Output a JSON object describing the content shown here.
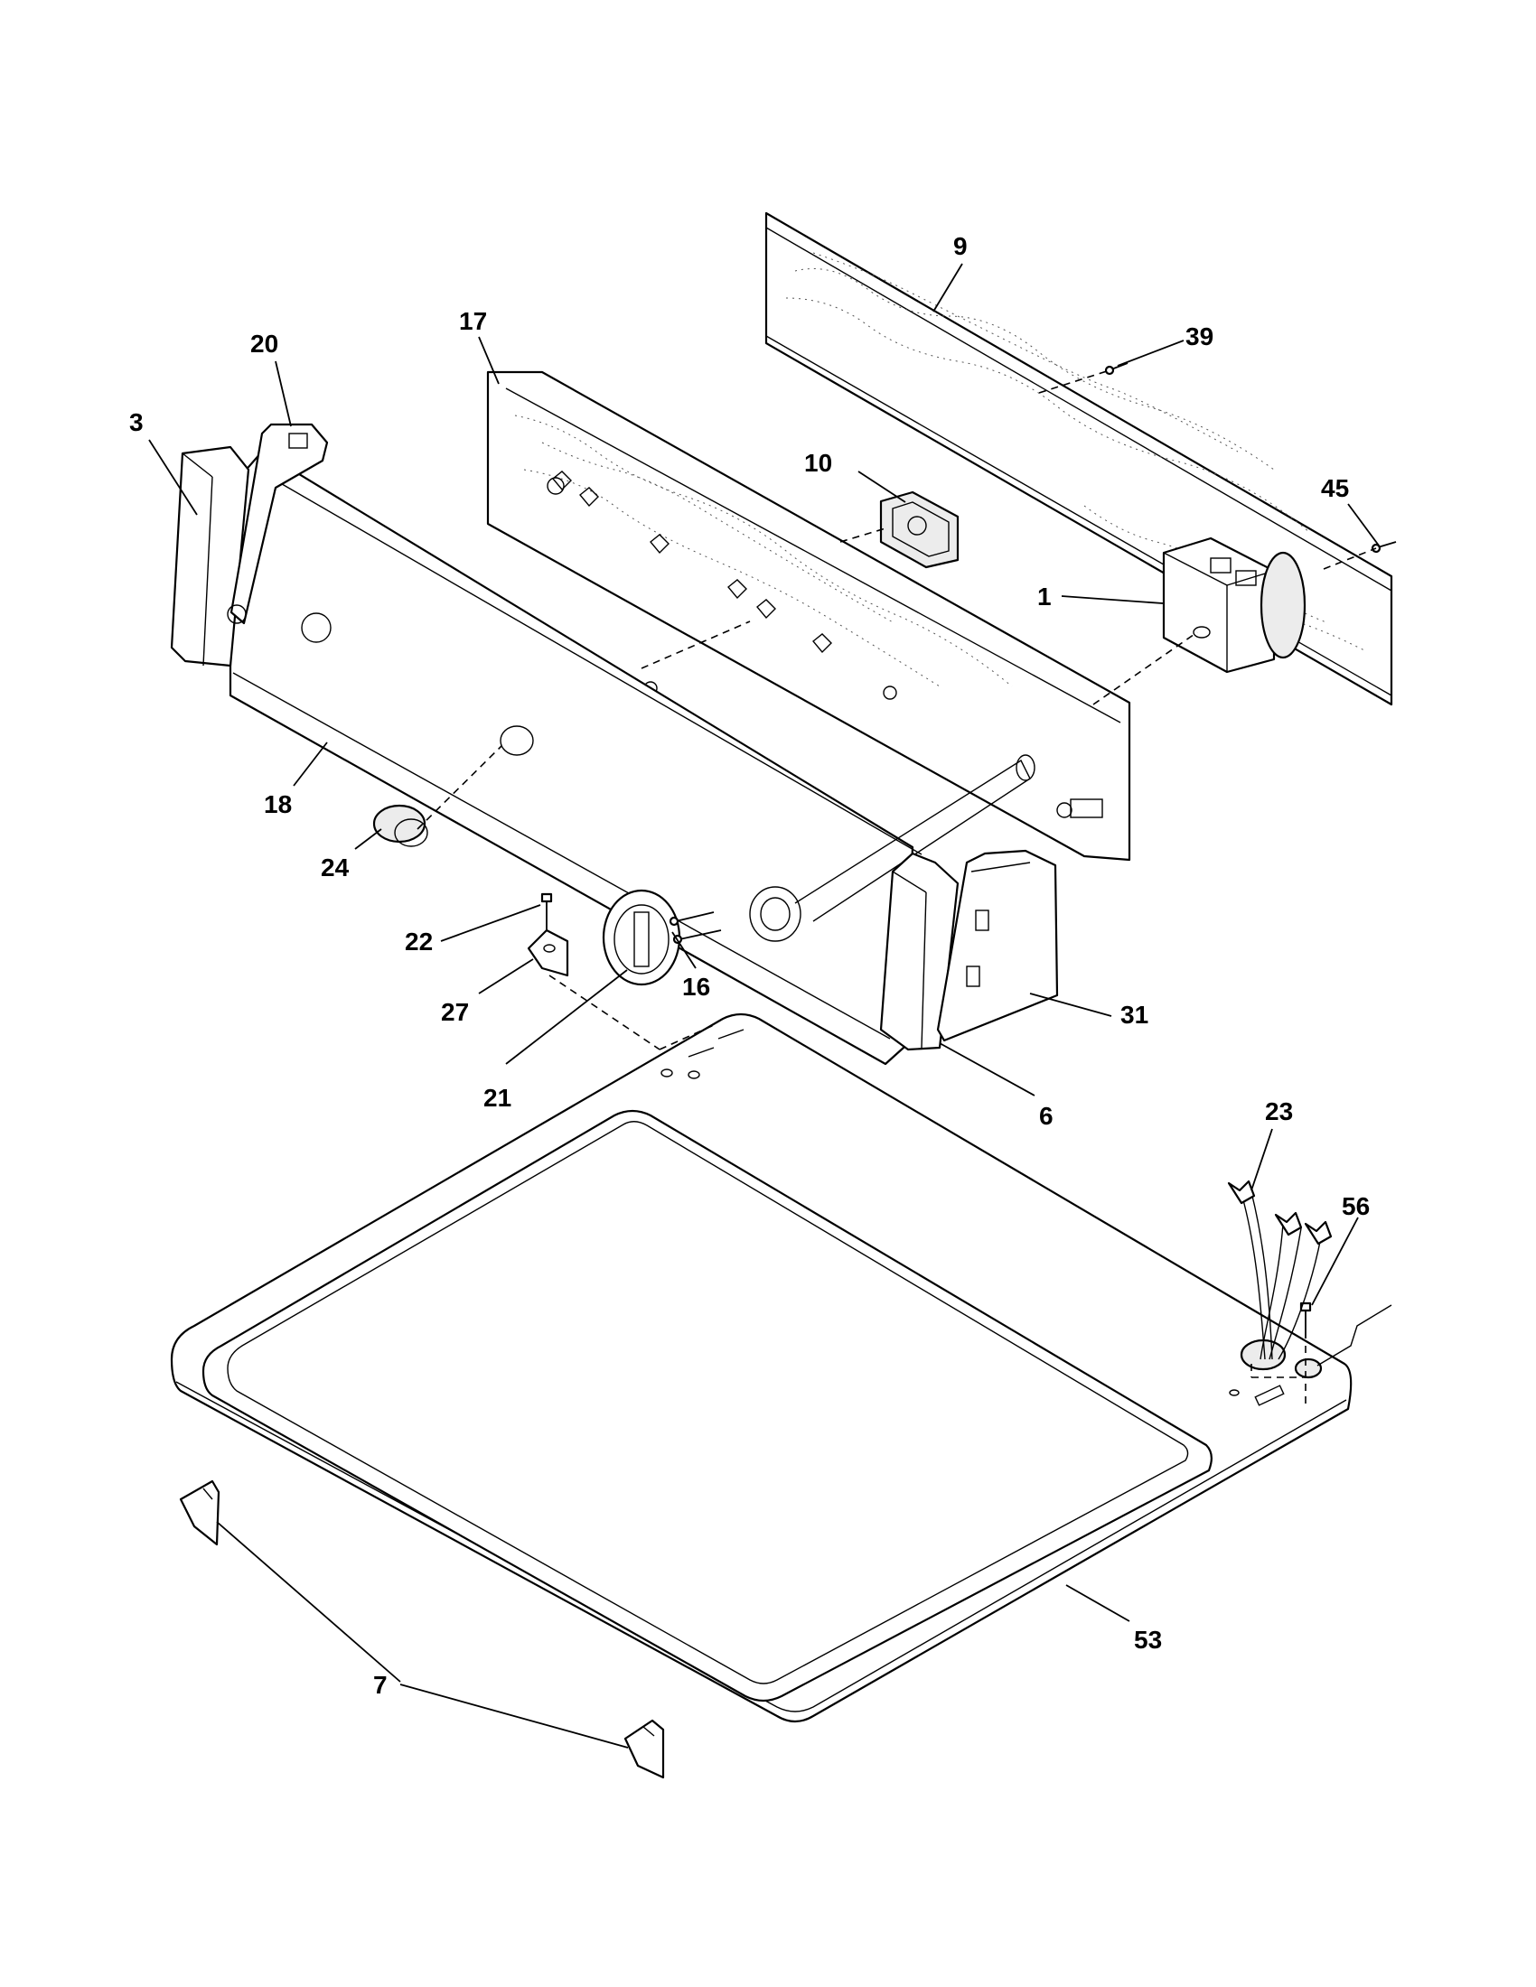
{
  "diagram": {
    "callouts": [
      {
        "id": "9",
        "label": "9"
      },
      {
        "id": "39",
        "label": "39"
      },
      {
        "id": "17",
        "label": "17"
      },
      {
        "id": "20",
        "label": "20"
      },
      {
        "id": "3",
        "label": "3"
      },
      {
        "id": "10",
        "label": "10"
      },
      {
        "id": "45",
        "label": "45"
      },
      {
        "id": "1",
        "label": "1"
      },
      {
        "id": "18",
        "label": "18"
      },
      {
        "id": "24",
        "label": "24"
      },
      {
        "id": "22",
        "label": "22"
      },
      {
        "id": "16",
        "label": "16"
      },
      {
        "id": "27",
        "label": "27"
      },
      {
        "id": "31",
        "label": "31"
      },
      {
        "id": "21",
        "label": "21"
      },
      {
        "id": "6",
        "label": "6"
      },
      {
        "id": "23",
        "label": "23"
      },
      {
        "id": "56",
        "label": "56"
      },
      {
        "id": "53",
        "label": "53"
      },
      {
        "id": "7",
        "label": "7"
      }
    ]
  }
}
